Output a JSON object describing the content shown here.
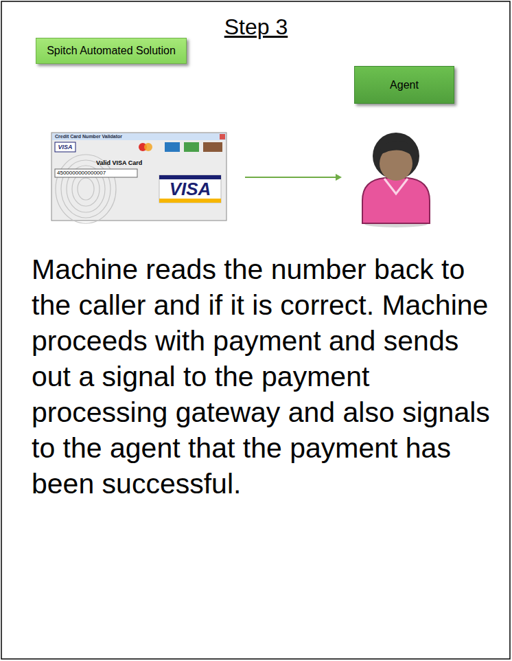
{
  "diagram": {
    "title": "Step 3",
    "caption": "Machine reads the number back to the caller and if it is correct. Machine proceeds with payment and sends out a signal to the payment processing gateway and also signals to the agent that the payment has been successful.",
    "nodes": [
      {
        "text": [
          "Spitch Automated Solution"
        ]
      },
      {
        "text": [
          "Agent"
        ]
      }
    ],
    "labels": [
      "Credit Card Number Validator",
      "VISA",
      "Valid VISA Card",
      "4500000000000007",
      "VISA"
    ]
  }
}
